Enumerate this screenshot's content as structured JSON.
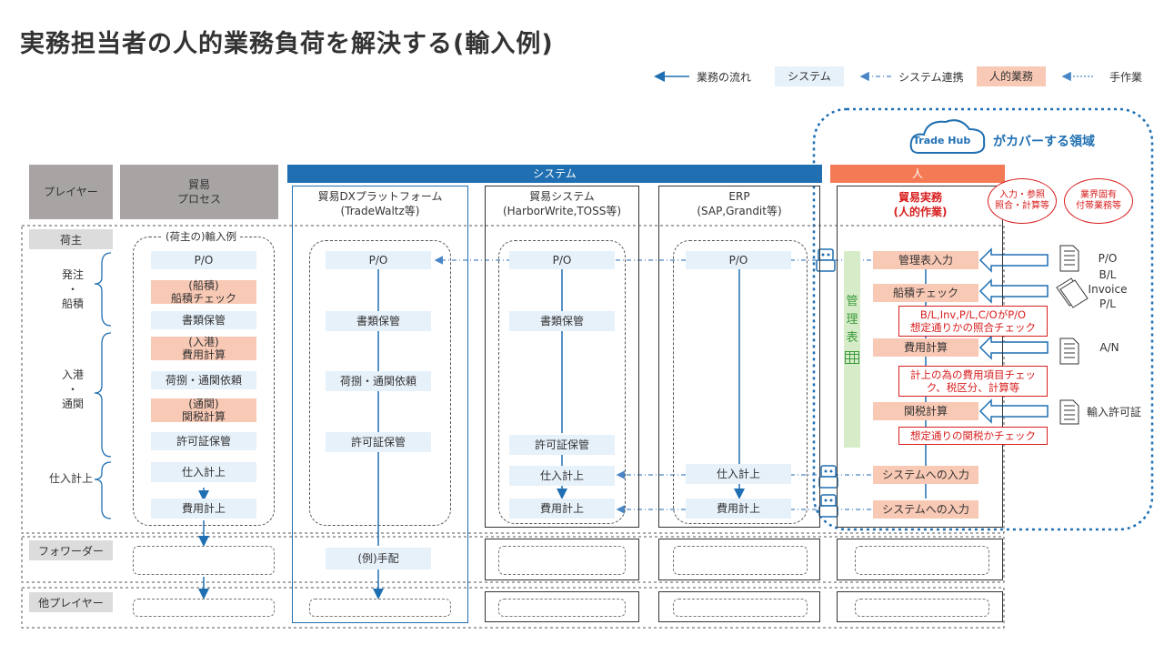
{
  "title": "実務担当者の人的業務負荷を解決する(輸入例)",
  "legend": {
    "flow": "業務の流れ",
    "system": "システム",
    "system_link": "システム連携",
    "human": "人的業務",
    "manual": "手作業"
  },
  "tradehub": {
    "logo": "Trade Hub",
    "caption": "がカバーする領域"
  },
  "band": {
    "system": "システム",
    "human": "人"
  },
  "columns": {
    "player": "プレイヤー",
    "process": "貿易\nプロセス",
    "dx": "貿易DXプラットフォーム\n(TradeWaltz等)",
    "trade_sys": "貿易システム\n(HarborWrite,TOSS等)",
    "erp": "ERP\n(SAP,Grandit等)",
    "jitsumu": "貿易実務\n(人的作業)"
  },
  "ellipses": {
    "e1": "入力・参照\n照合・計算等",
    "e2": "業界固有\n付帯業務等"
  },
  "rows": {
    "shipper": "荷主",
    "forwarder": "フォワーダー",
    "others": "他プレイヤー"
  },
  "side": {
    "s1": "発注\n・\n船積",
    "s2": "入港\n・\n通関",
    "s3": "仕入計上"
  },
  "process": {
    "group_label": "(荷主の)輸入例",
    "po": "P/O",
    "ship_check": "(船積)\n船積チェック",
    "doc_store": "書類保管",
    "cost_calc": "(入港)\n費用計算",
    "customs_req": "荷捌・通関依頼",
    "duty_calc": "(通関)\n関税計算",
    "permit_store": "許可証保管",
    "purchase": "仕入計上",
    "cost_post": "費用計上"
  },
  "dx": {
    "po": "P/O",
    "doc_store": "書類保管",
    "customs_req": "荷捌・通関依頼",
    "permit_store": "許可証保管",
    "arrange": "(例)手配"
  },
  "trade_sys": {
    "po": "P/O",
    "doc_store": "書類保管",
    "permit_store": "許可証保管",
    "purchase": "仕入計上",
    "cost_post": "費用計上"
  },
  "erp": {
    "po": "P/O",
    "purchase": "仕入計上",
    "cost_post": "費用計上"
  },
  "jitsumu": {
    "mgmt_input": "管理表入力",
    "ship_check": "船積チェック",
    "cost_calc": "費用計算",
    "duty_calc": "関税計算",
    "sys_input1": "システムへの入力",
    "sys_input2": "システムへの入力",
    "mgmt_sheet": "管\n理\n表"
  },
  "callouts": {
    "c1": "B/L,Inv,P/L,C/OがP/O\n想定通りかの照合チェック",
    "c2": "計上の為の費用項目チェッ\nク、税区分、計算等",
    "c3": "想定通りの関税かチェック"
  },
  "docs": {
    "d1": "P/O",
    "d2": "B/L\nInvoice\nP/L",
    "d3": "A/N",
    "d4": "輸入許可証"
  },
  "colors": {
    "system_blue": "#1f6fb2",
    "human_orange": "#f47a55",
    "red": "#d81e1e",
    "sys_fill": "#e7f1fa",
    "hum_fill": "#f8c9b5"
  }
}
